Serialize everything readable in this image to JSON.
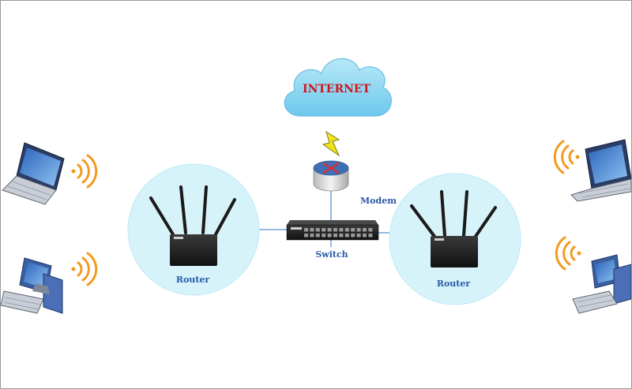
{
  "cloud": {
    "label": "INTERNET"
  },
  "modem": {
    "label": "Modem"
  },
  "switch": {
    "label": "Switch"
  },
  "routers": [
    {
      "label": "Router"
    },
    {
      "label": "Router"
    }
  ],
  "colors": {
    "cloud": "#8fd8f2",
    "router_halo": "#d6f3fa",
    "link": "#5b8fcf",
    "label": "#2a5aa8",
    "internet_text": "#d0151c",
    "wifi": "#f39a1e"
  },
  "icons": [
    "cloud-icon",
    "lightning-icon",
    "modem-icon",
    "switch-icon",
    "router-icon",
    "laptop-icon",
    "desktop-pc-icon",
    "wifi-signal-icon"
  ]
}
